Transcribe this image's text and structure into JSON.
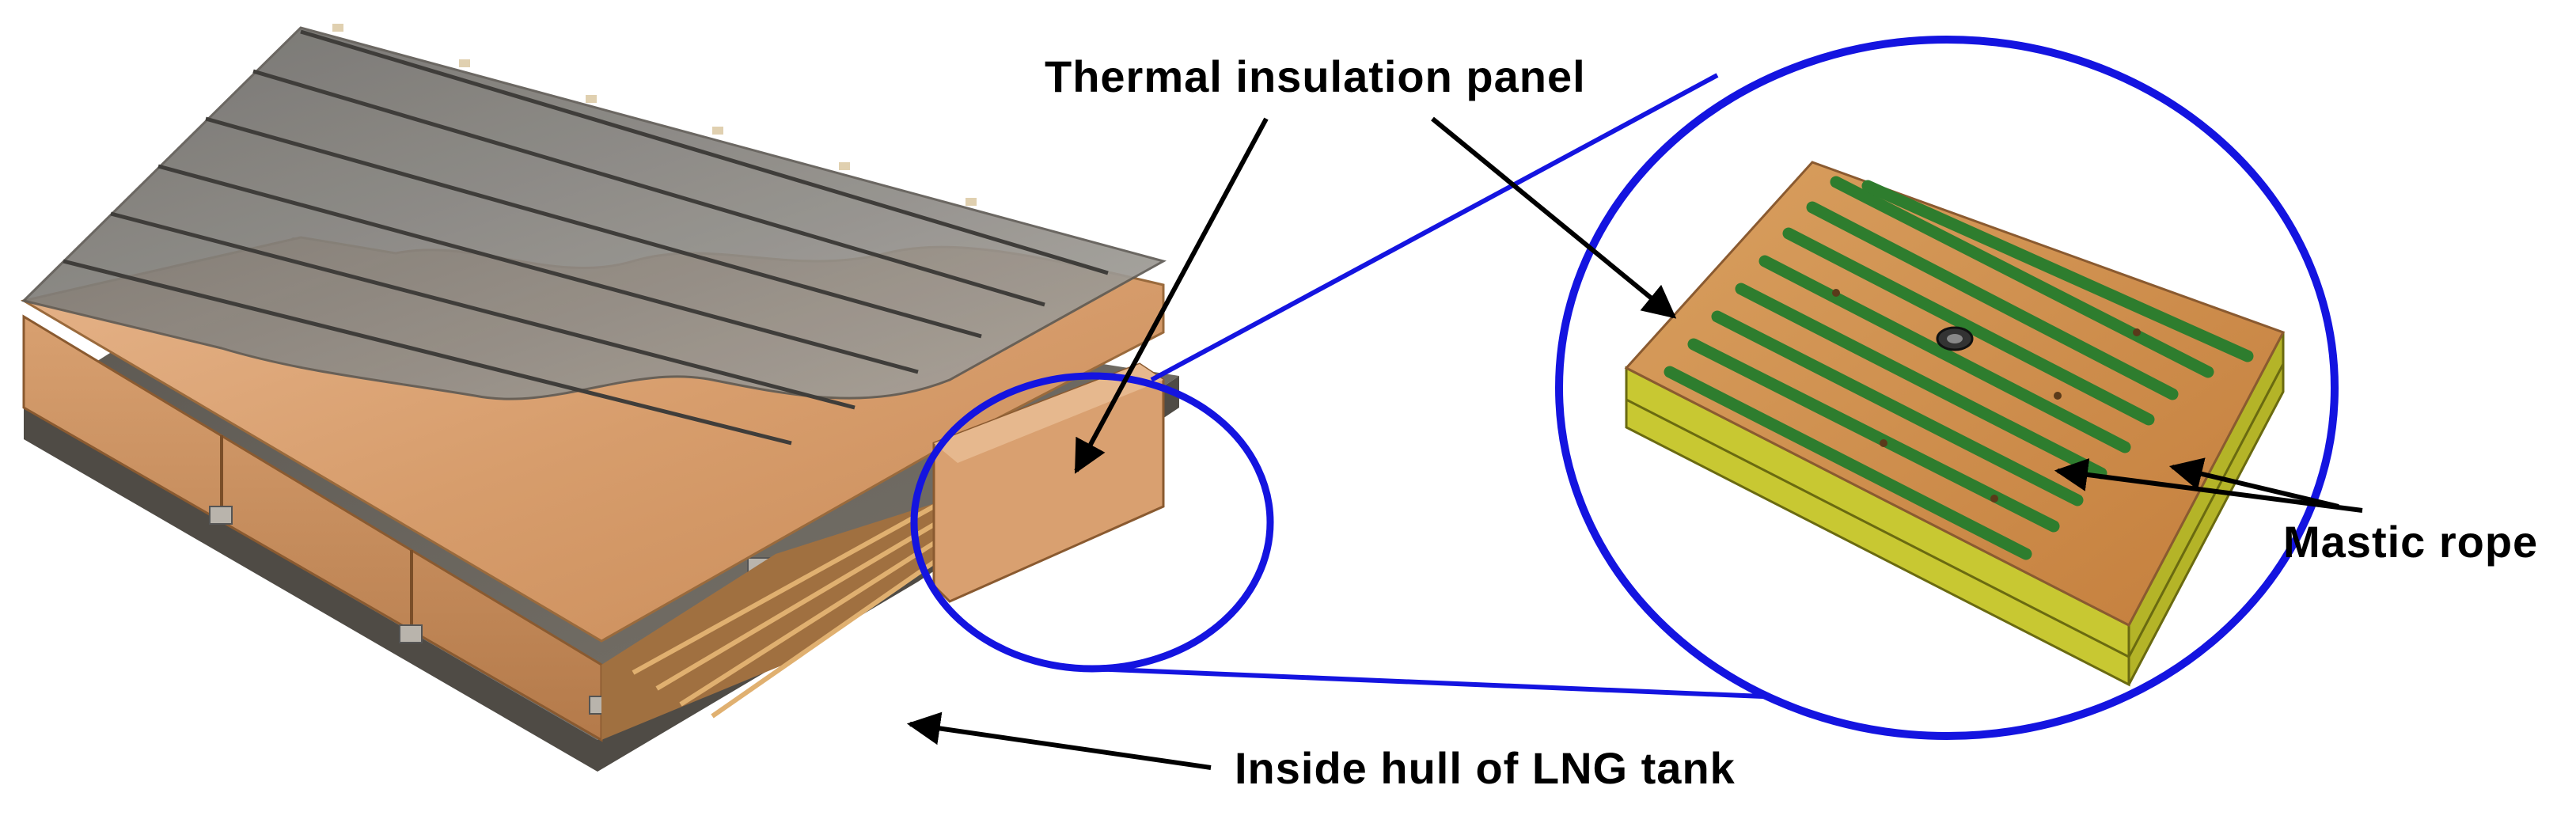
{
  "labels": {
    "thermal_panel": "Thermal insulation panel",
    "mastic_rope": "Mastic rope",
    "inside_hull": "Inside hull of LNG tank"
  },
  "colors": {
    "callout_circle": "#1414e0",
    "arrow": "#000000",
    "hull_plate": "#6e6960",
    "plywood": "#d9a274",
    "foam_side": "#c8c832",
    "mastic_rope": "#2e8b2e",
    "membrane_glass": "#8a8a86"
  },
  "icons": {
    "detail_callout": "magnifier-circle",
    "pointer": "arrow"
  }
}
